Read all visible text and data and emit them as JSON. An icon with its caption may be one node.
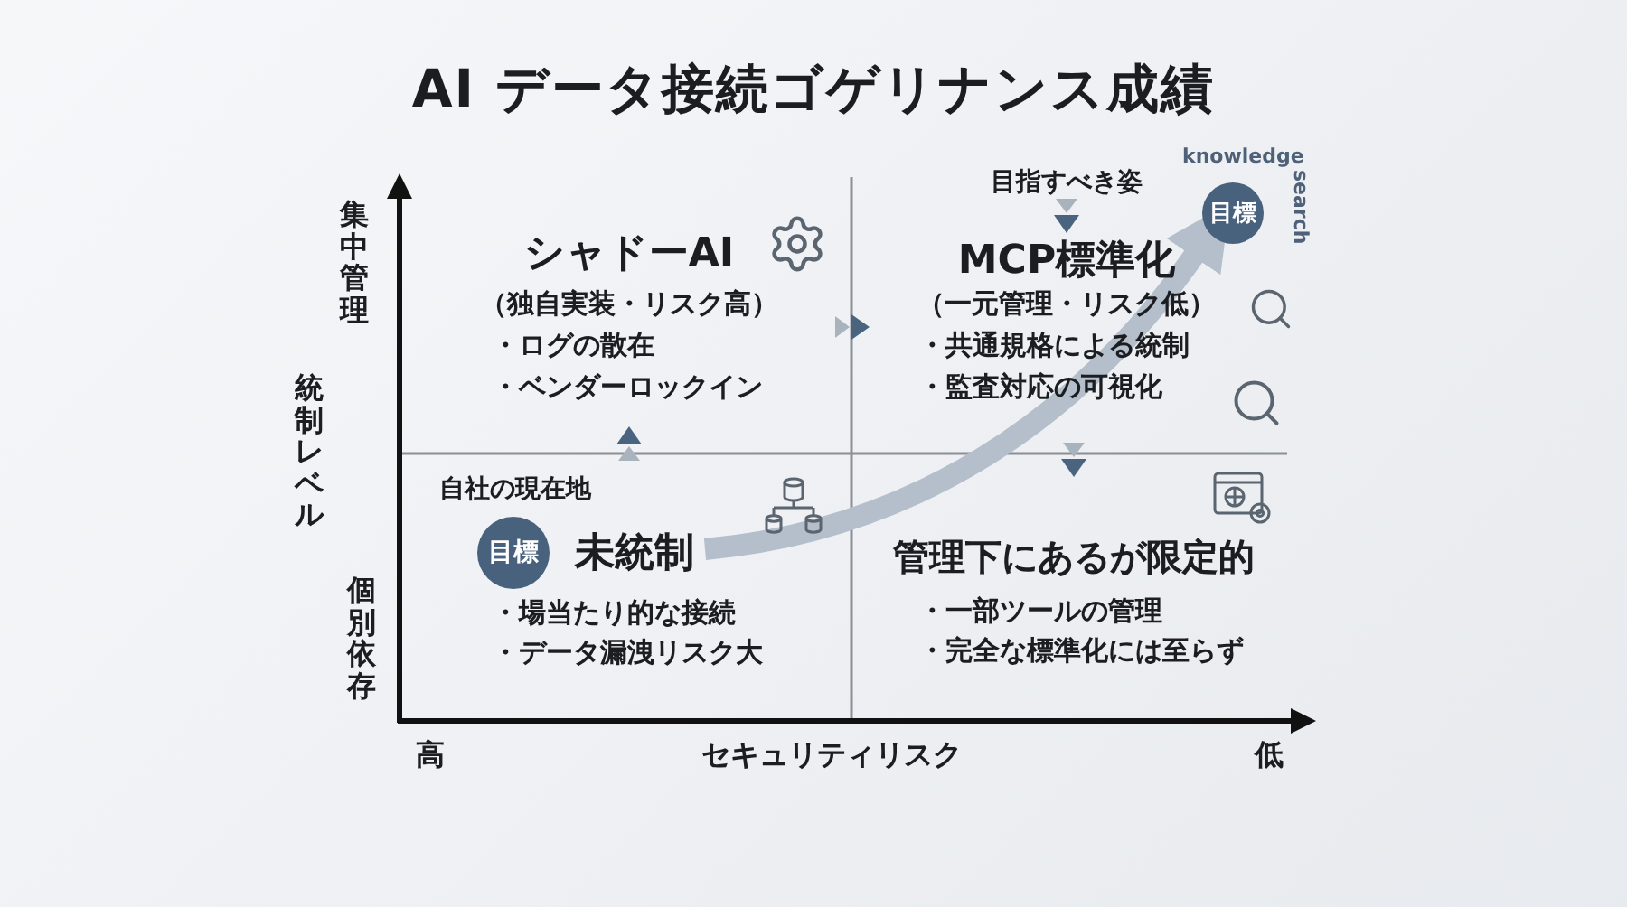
{
  "diagram": {
    "title": "AI データ接続ゴゲリナンス成績",
    "nodes": [
      {
        "text": [
          "目標"
        ],
        "beside": [
          "knowledge",
          "search"
        ]
      },
      {
        "text": [
          "目標"
        ],
        "beside": [
          "自社の現在地"
        ]
      },
      {
        "text": [
          "未統制"
        ]
      }
    ],
    "edges": [
      {
        "from": 2,
        "to": 0,
        "arrow": "to",
        "color": "#b4bfcb"
      }
    ],
    "labels": [
      "集中管理",
      "統制レベル",
      "個別依存",
      "シャドーAI",
      "（独自実装・リスク高）",
      "・ログの散在",
      "・ベンダーロックイン",
      "目指すべき姿",
      "MCP標準化",
      "（一元管理・リスク低）",
      "・共通規格による統制",
      "・監査対応の可視化",
      "・場当たり的な接続",
      "・データ漏洩リスク大",
      "管理下にあるが限定的",
      "・一部ツールの管理",
      "・完全な標準化には至らず",
      "高",
      "セキュリティリスク",
      "低"
    ]
  }
}
